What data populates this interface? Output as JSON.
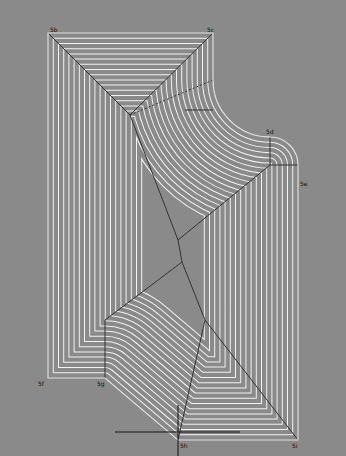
{
  "diagram": {
    "labels": [
      "5b",
      "5c",
      "5d",
      "5e",
      "5f",
      "5g",
      "5h",
      "5i"
    ]
  }
}
